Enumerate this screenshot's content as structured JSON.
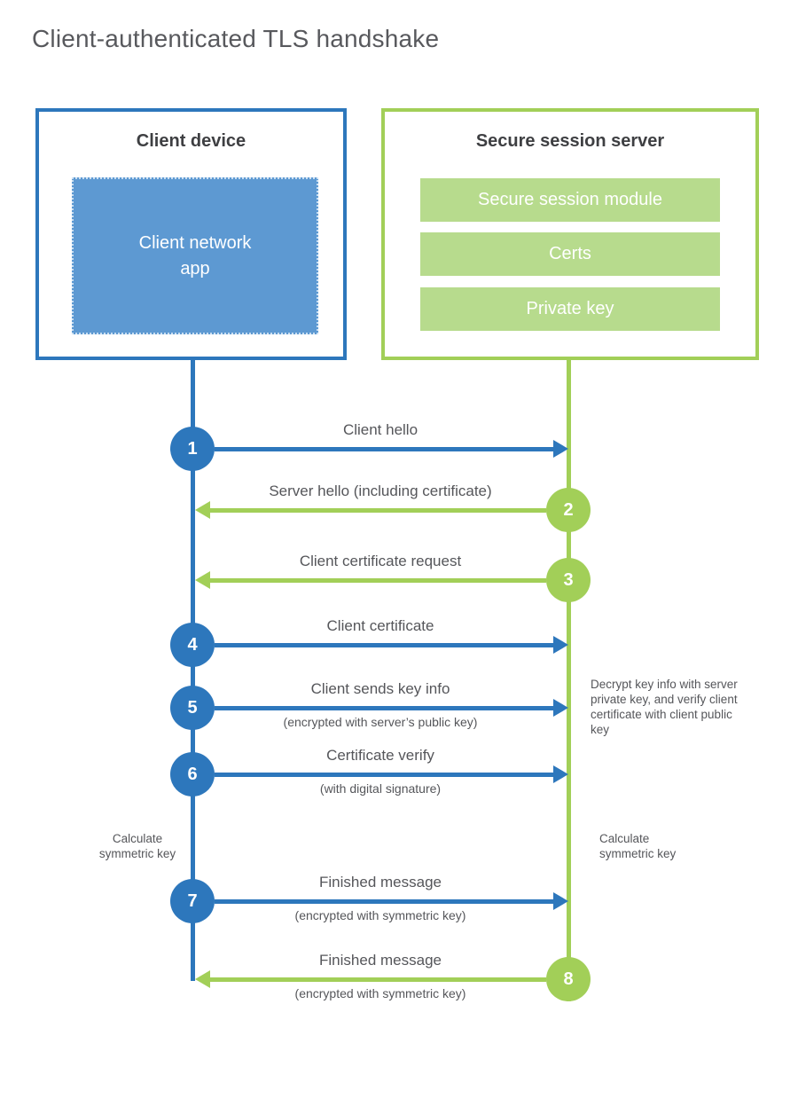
{
  "title": "Client-authenticated TLS handshake",
  "colors": {
    "blue": "#2d77bc",
    "blue_fill": "#5d99d2",
    "green": "#a2cf58",
    "green_fill": "#b7db8d",
    "label_text": "#55565a",
    "heading_text": "#3e3f42"
  },
  "client_box": {
    "title": "Client device",
    "app_label": "Client network\napp"
  },
  "server_box": {
    "title": "Secure session server",
    "modules": [
      "Secure session module",
      "Certs",
      "Private key"
    ]
  },
  "messages": [
    {
      "number": "1",
      "label": "Client hello",
      "sublabel": "",
      "direction": "client-to-server"
    },
    {
      "number": "2",
      "label": "Server hello (including certificate)",
      "sublabel": "",
      "direction": "server-to-client"
    },
    {
      "number": "3",
      "label": "Client certificate request",
      "sublabel": "",
      "direction": "server-to-client"
    },
    {
      "number": "4",
      "label": "Client certificate",
      "sublabel": "",
      "direction": "client-to-server"
    },
    {
      "number": "5",
      "label": "Client sends key info",
      "sublabel": "(encrypted with server’s public key)",
      "direction": "client-to-server"
    },
    {
      "number": "6",
      "label": "Certificate verify",
      "sublabel": "(with digital signature)",
      "direction": "client-to-server"
    },
    {
      "number": "7",
      "label": "Finished message",
      "sublabel": "(encrypted with symmetric key)",
      "direction": "client-to-server"
    },
    {
      "number": "8",
      "label": "Finished message",
      "sublabel": "(encrypted with symmetric key)",
      "direction": "server-to-client"
    }
  ],
  "notes": {
    "decrypt": "Decrypt key info with server private key, and verify client certificate with client public key",
    "calculate_left": "Calculate symmetric key",
    "calculate_right": "Calculate symmetric key"
  }
}
